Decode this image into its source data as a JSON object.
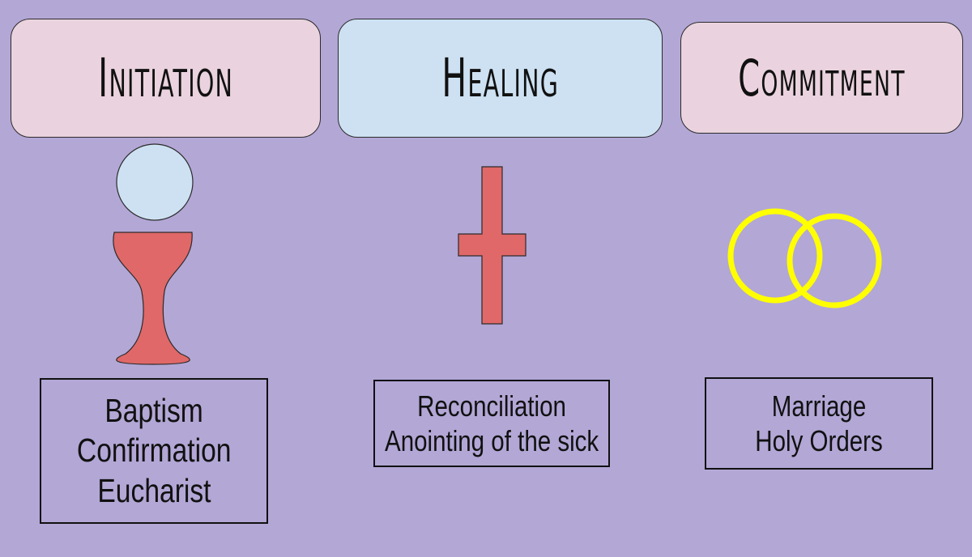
{
  "colors": {
    "background": "#b3a7d6",
    "pink_box": "#ead3de",
    "blue_box": "#cde1f2",
    "host": "#cde1f2",
    "chalice": "#e06868",
    "cross": "#e06868",
    "rings": "#ffff00"
  },
  "columns": [
    {
      "header": "Initiation",
      "icon": "chalice-and-host-icon",
      "items": [
        "Baptism",
        "Confirmation",
        "Eucharist"
      ]
    },
    {
      "header": "Healing",
      "icon": "cross-icon",
      "items": [
        "Reconciliation",
        "Anointing of the sick"
      ]
    },
    {
      "header": "Commitment",
      "icon": "wedding-rings-icon",
      "items": [
        "Marriage",
        "Holy Orders"
      ]
    }
  ]
}
